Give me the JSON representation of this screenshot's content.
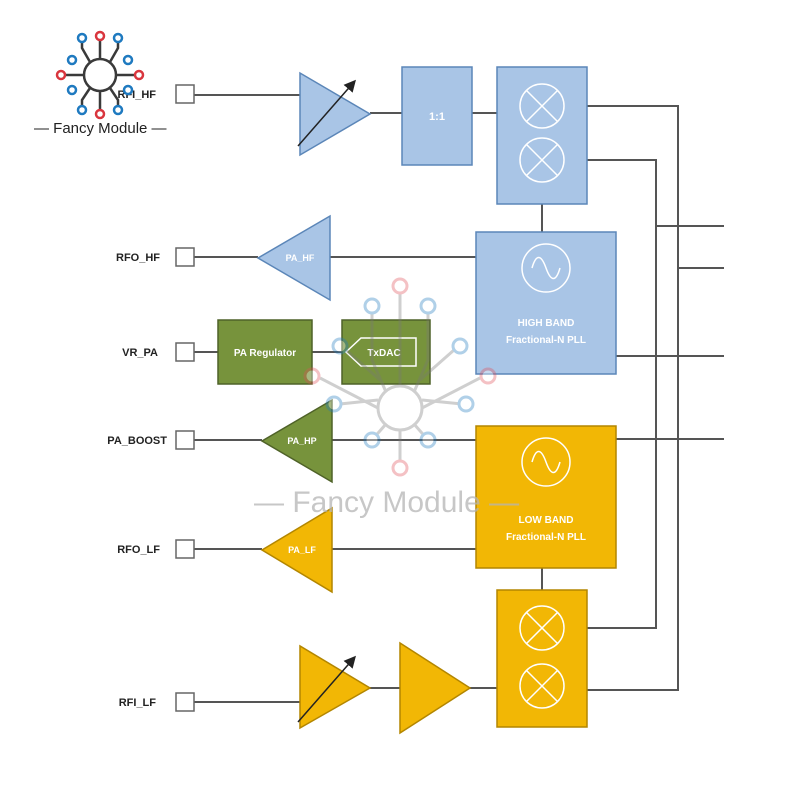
{
  "pins": {
    "rfi_hf": "RFI_HF",
    "rfo_hf": "RFO_HF",
    "vr_pa": "VR_PA",
    "pa_boost": "PA_BOOST",
    "rfo_lf": "RFO_LF",
    "rfi_lf": "RFI_LF"
  },
  "blocks": {
    "balun": "1:1",
    "pa_hf": "PA_HF",
    "pa_regulator": "PA Regulator",
    "txdac": "TxDAC",
    "pa_hp": "PA_HP",
    "pa_lf": "PA_LF",
    "hb_pll_line1": "HIGH BAND",
    "hb_pll_line2": "Fractional-N PLL",
    "lb_pll_line1": "LOW BAND",
    "lb_pll_line2": "Fractional-N PLL"
  },
  "logo": {
    "text": "— Fancy Module —"
  },
  "watermark": {
    "text": "— Fancy Module —"
  },
  "colors": {
    "blue_fill": "#a9c5e6",
    "blue_stroke": "#5b86b8",
    "green_fill": "#77933c",
    "green_stroke": "#4f6228",
    "yellow_fill": "#f2b705",
    "yellow_stroke": "#b38600",
    "wire": "#555555"
  }
}
